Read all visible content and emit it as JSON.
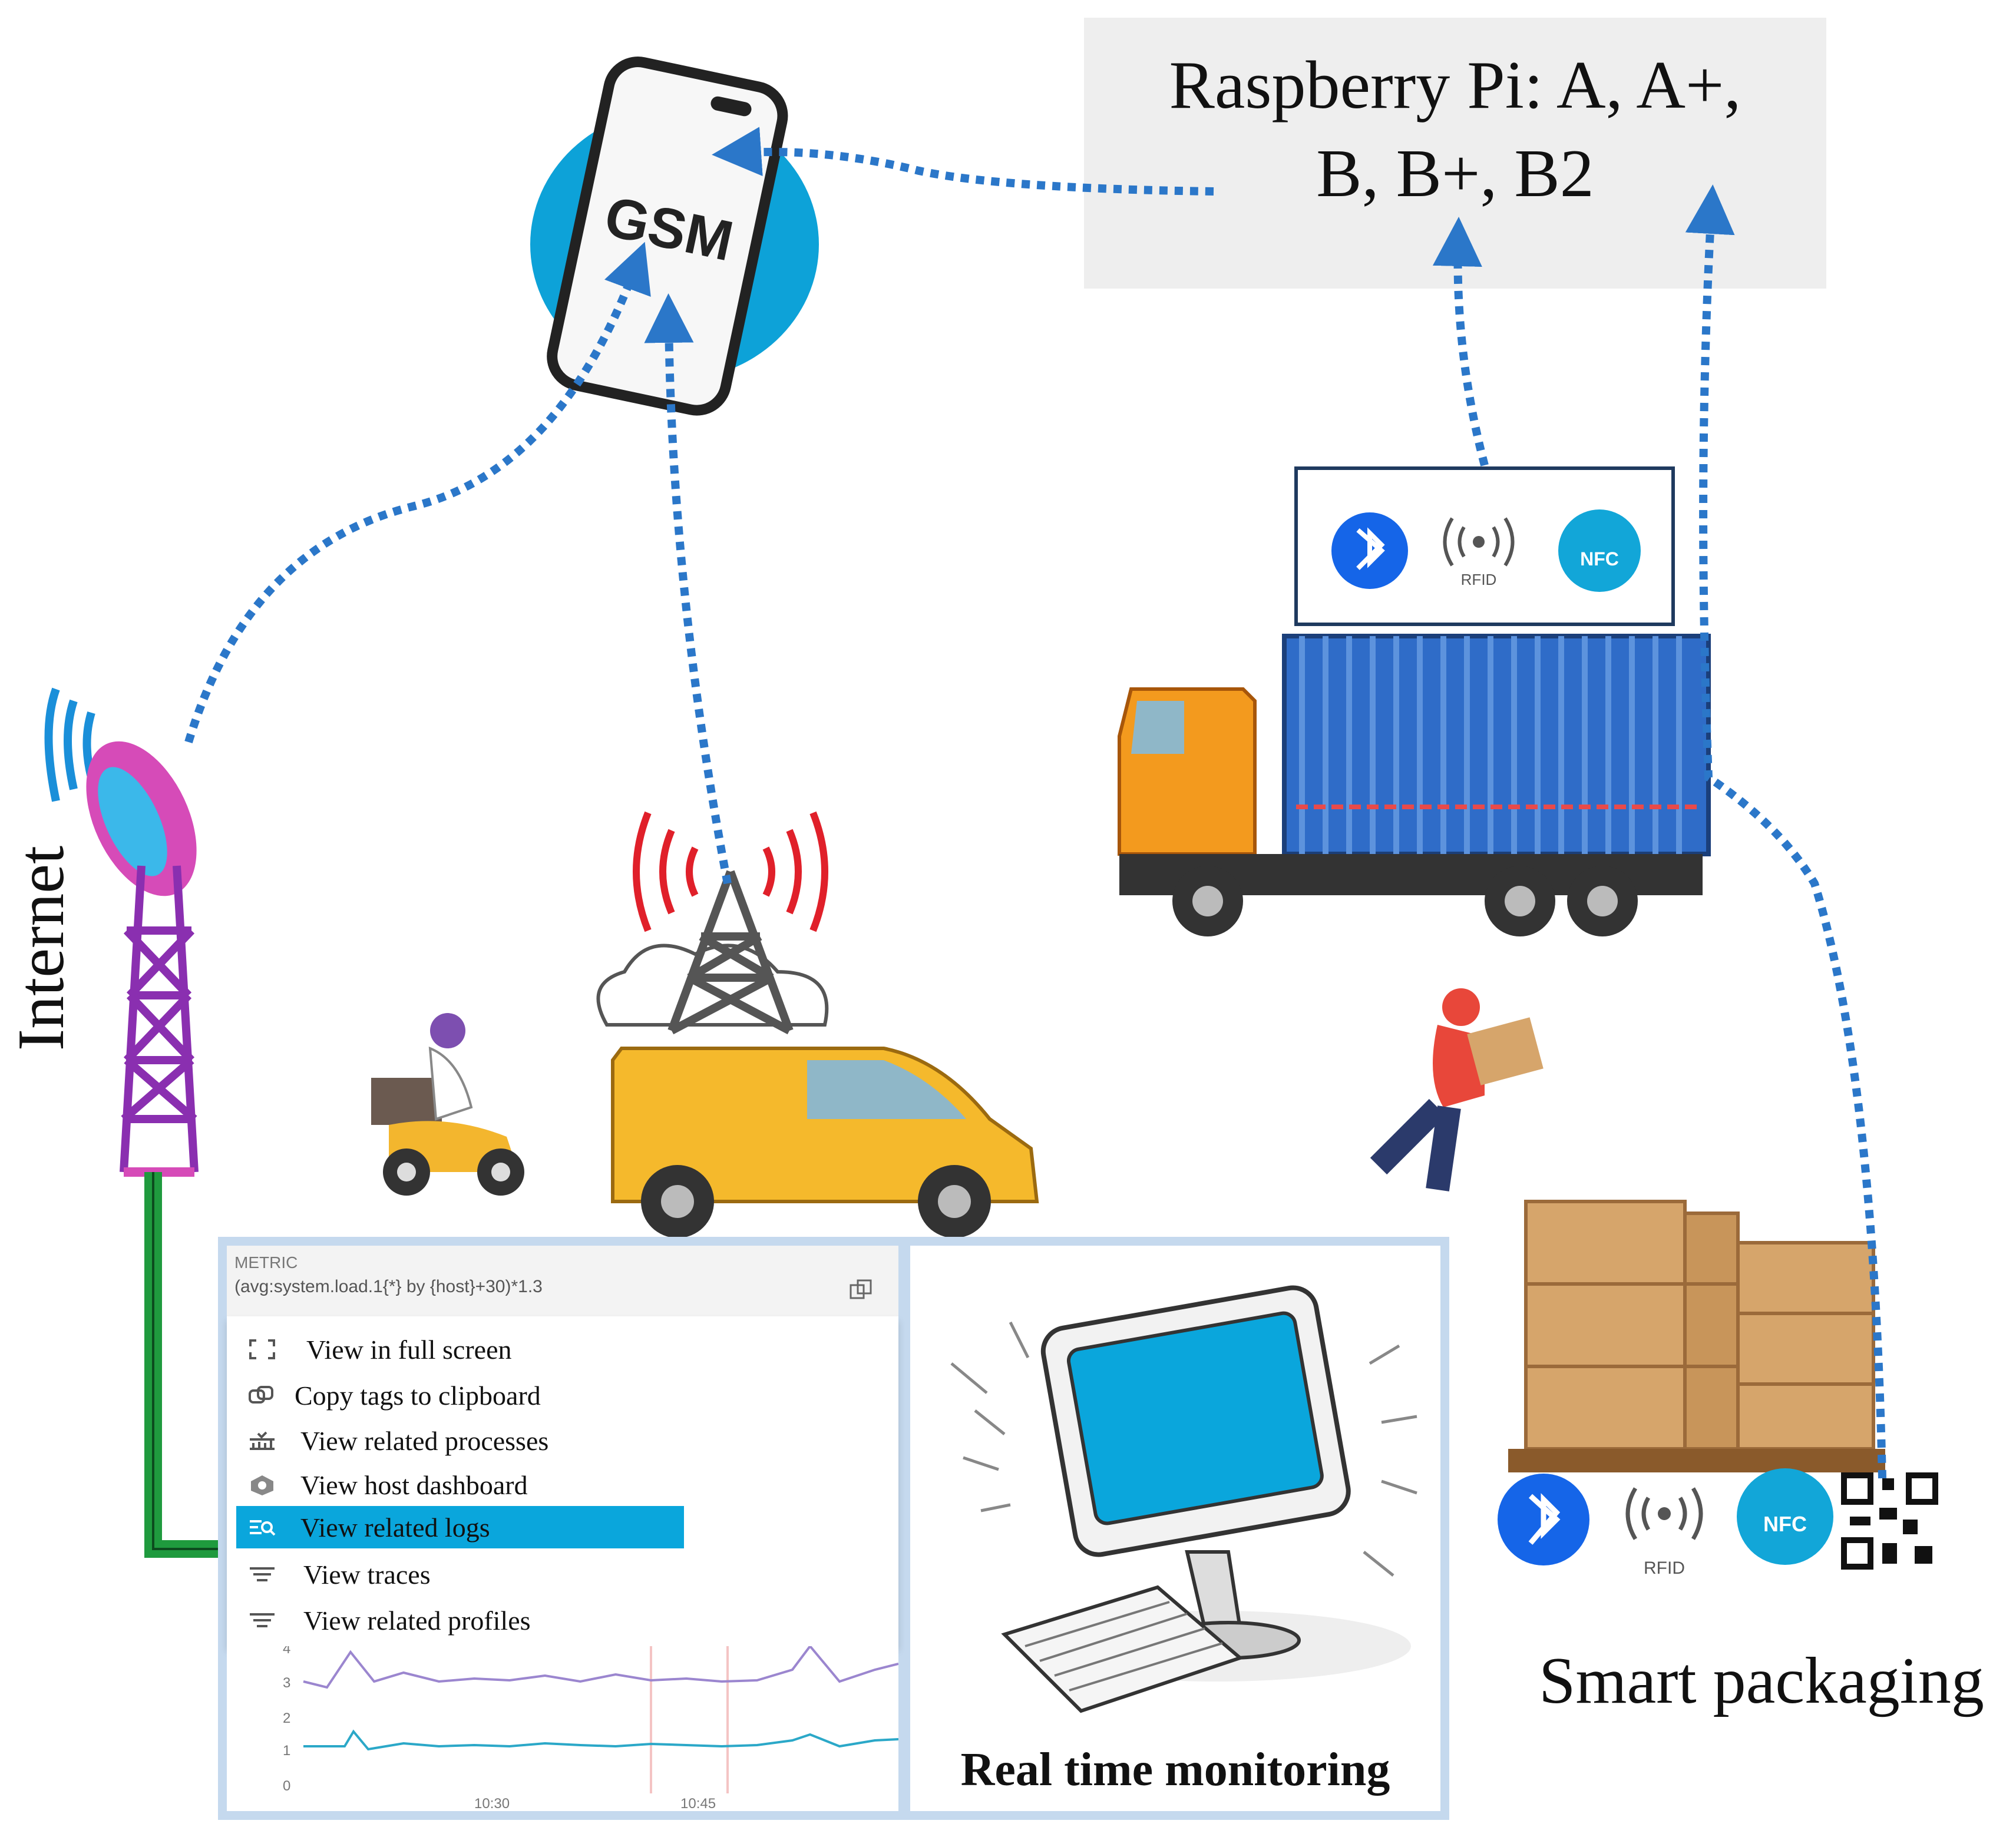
{
  "raspberry": {
    "line1": "Raspberry Pi: A, A+,",
    "line2": "B, B+, B2"
  },
  "phone": {
    "label": "GSM"
  },
  "internet_label": "Internet",
  "smart_packaging_label": "Smart packaging",
  "truck_tags": {
    "rfid": "RFID",
    "nfc": "NFC"
  },
  "package_tags": {
    "rfid": "RFID",
    "nfc": "NFC"
  },
  "metric_panel": {
    "title": "METRIC",
    "query": "(avg:system.load.1{*} by {host}+30)*1.3",
    "menu": [
      {
        "label": "View in full screen",
        "icon": "fullscreen-icon"
      },
      {
        "label": "Copy tags to clipboard",
        "icon": "copy-icon"
      },
      {
        "label": "View related processes",
        "icon": "processes-icon"
      },
      {
        "label": "View host dashboard",
        "icon": "host-icon"
      },
      {
        "label": "View related logs",
        "icon": "logs-icon",
        "active": true
      },
      {
        "label": "View traces",
        "icon": "traces-icon"
      },
      {
        "label": "View related profiles",
        "icon": "profiles-icon"
      }
    ],
    "y_ticks": [
      "4",
      "3",
      "2",
      "1",
      "0"
    ],
    "x_ticks": [
      "10:30",
      "10:45"
    ]
  },
  "monitor_label": "Real time monitoring",
  "colors": {
    "arrow": "#2b77c9",
    "highlight": "#0aa6dc",
    "bluetooth": "#1565e8",
    "nfc": "#12a6d8",
    "phone_bg": "#0da2d8",
    "container": "#2f6cc8",
    "cab": "#f39a1e",
    "van": "#f5b92c"
  }
}
